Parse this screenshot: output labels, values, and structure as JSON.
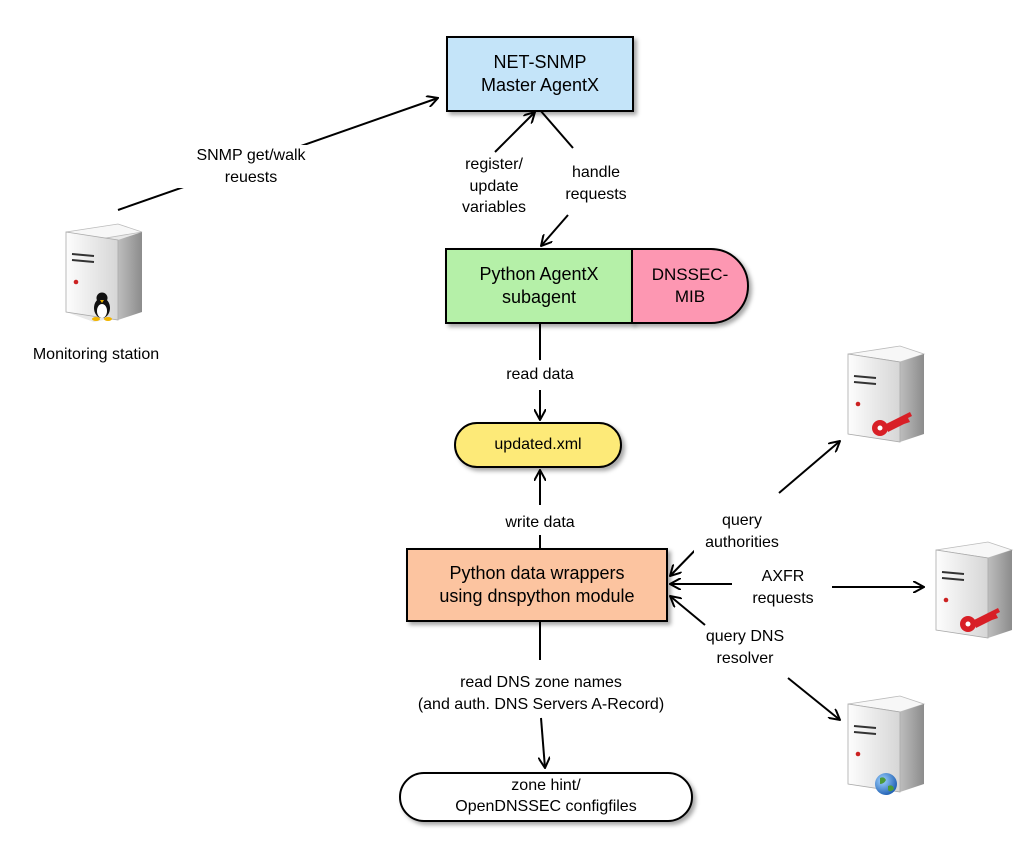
{
  "nodes": {
    "master_agent": {
      "label": "NET-SNMP\nMaster AgentX",
      "color": "#c4e4f9"
    },
    "subagent": {
      "label": "Python AgentX\nsubagent",
      "color": "#b5f0a8"
    },
    "mib": {
      "label": "DNSSEC-\nMIB",
      "color": "#fd97b2"
    },
    "updated_xml": {
      "label": "updated.xml",
      "color": "#fdea78"
    },
    "data_wrappers": {
      "label": "Python data wrappers\nusing dnspython module",
      "color": "#fcc4a0"
    },
    "zone_hint": {
      "label": "zone hint/\nOpenDNSSEC configfiles",
      "color": "#ffffff"
    }
  },
  "servers": {
    "monitoring": {
      "caption": "Monitoring station",
      "icon": "linux-server-icon"
    },
    "authority_1": {
      "icon": "key-server-icon"
    },
    "authority_2": {
      "icon": "key-server-icon"
    },
    "resolver": {
      "icon": "globe-server-icon"
    }
  },
  "edges": {
    "snmp_requests": "SNMP get/walk\nreuests",
    "register_update": "register/\nupdate\nvariables",
    "handle_requests": "handle\nrequests",
    "read_data": "read data",
    "write_data": "write data",
    "read_dns_zone": "read DNS zone names\n(and auth. DNS Servers A-Record)",
    "query_authorities": "query\nauthorities",
    "axfr_requests": "AXFR\nrequests",
    "query_resolver": "query DNS\nresolver"
  }
}
